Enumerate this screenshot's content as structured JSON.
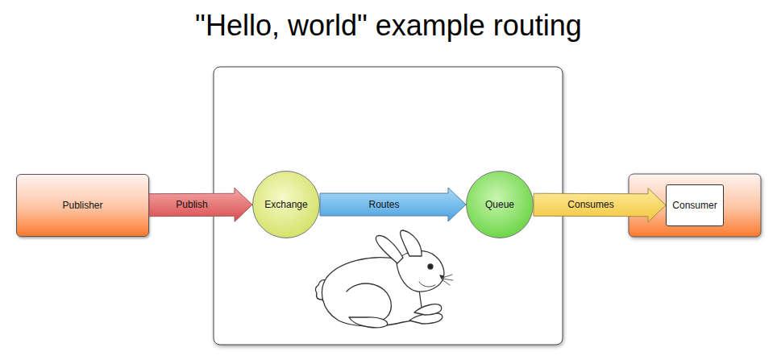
{
  "diagram": {
    "title": "\"Hello, world\" example routing",
    "nodes": [
      {
        "text": [
          "Publisher"
        ]
      },
      {
        "text": [
          "Exchange"
        ]
      },
      {
        "text": [
          "Queue"
        ]
      },
      {
        "text": [
          "Consumer"
        ]
      }
    ],
    "edges": [
      {
        "from": 0,
        "to": 1,
        "label": "Publish",
        "arrow": "to"
      },
      {
        "from": 1,
        "to": 2,
        "label": "Routes",
        "arrow": "to"
      },
      {
        "from": 2,
        "to": 3,
        "label": "Consumes",
        "arrow": "to"
      }
    ]
  }
}
